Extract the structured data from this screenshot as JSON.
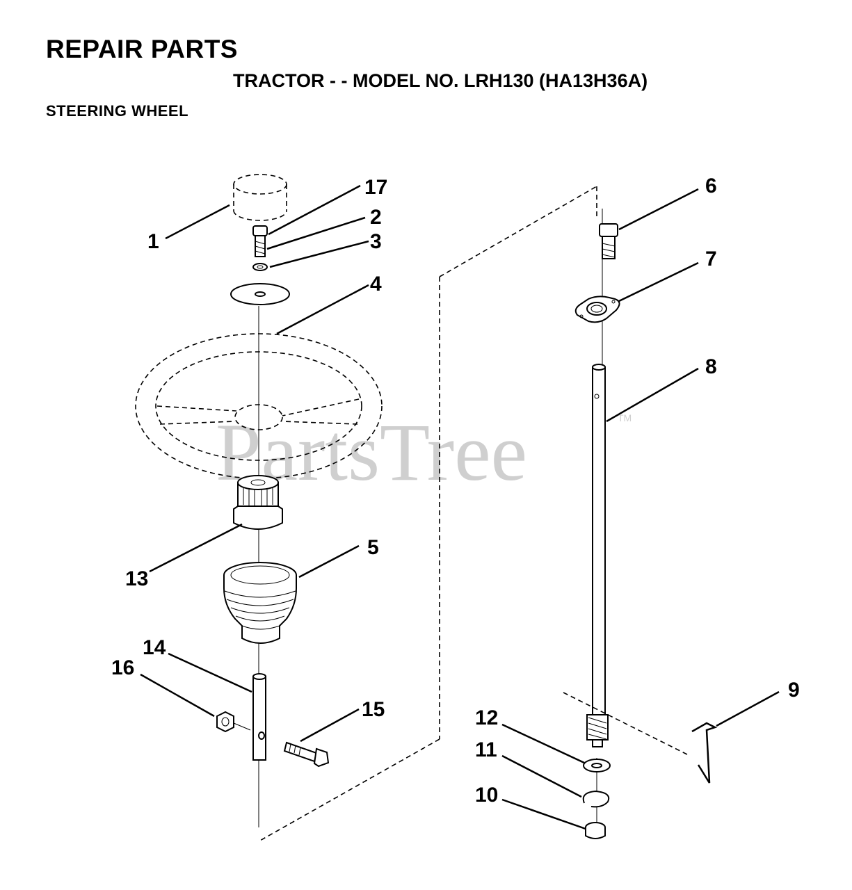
{
  "header": {
    "title": "REPAIR PARTS",
    "subtitle": "TRACTOR - - MODEL NO. LRH130 (HA13H36A)",
    "section": "STEERING WHEEL"
  },
  "watermark": {
    "text": "PartsTree",
    "trademark": "TM"
  },
  "callouts": {
    "c1": "1",
    "c2": "2",
    "c3": "3",
    "c4": "4",
    "c5": "5",
    "c6": "6",
    "c7": "7",
    "c8": "8",
    "c9": "9",
    "c10": "10",
    "c11": "11",
    "c12": "12",
    "c13": "13",
    "c14": "14",
    "c15": "15",
    "c16": "16",
    "c17": "17"
  }
}
